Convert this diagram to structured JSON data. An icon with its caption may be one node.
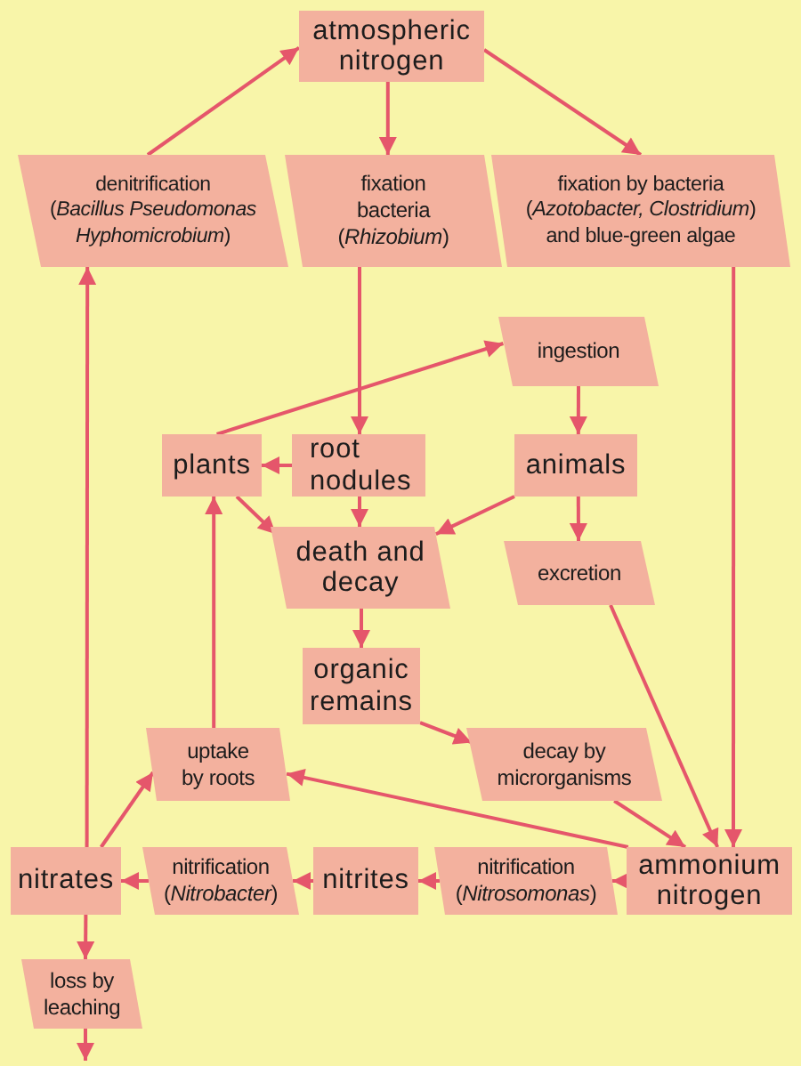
{
  "diagram": {
    "nodes": [
      {
        "text": [
          "atmospheric nitrogen"
        ]
      },
      {
        "text": [
          "denitrification",
          "(*Bacillus Pseudomonas Hyphomicrobium*)"
        ]
      },
      {
        "text": [
          "fixation bacteria",
          "(*Rhizobium*)"
        ]
      },
      {
        "text": [
          "fixation by bacteria (*Azotobacter, Clostridium*) and blue-green algae"
        ]
      },
      {
        "text": [
          "ingestion"
        ]
      },
      {
        "text": [
          "plants"
        ]
      },
      {
        "text": [
          "root nodules"
        ]
      },
      {
        "text": [
          "animals"
        ]
      },
      {
        "text": [
          "death and decay"
        ]
      },
      {
        "text": [
          "excretion"
        ]
      },
      {
        "text": [
          "organic remains"
        ]
      },
      {
        "text": [
          "uptake by roots"
        ]
      },
      {
        "text": [
          "decay by microrganisms"
        ]
      },
      {
        "text": [
          "nitrates"
        ]
      },
      {
        "text": [
          "nitrification",
          "(*Nitrobacter*)"
        ]
      },
      {
        "text": [
          "nitrites"
        ]
      },
      {
        "text": [
          "nitrification",
          "(*Nitrosomonas*)"
        ]
      },
      {
        "text": [
          "ammonium nitrogen"
        ]
      },
      {
        "text": [
          "loss by leaching"
        ]
      }
    ],
    "edges": [
      {
        "from": 1,
        "to": 0,
        "arrow": "to"
      },
      {
        "from": 0,
        "to": 2,
        "arrow": "to"
      },
      {
        "from": 0,
        "to": 3,
        "arrow": "to"
      },
      {
        "from": 2,
        "to": 6,
        "arrow": "to"
      },
      {
        "from": 5,
        "to": 4,
        "arrow": "to"
      },
      {
        "from": 4,
        "to": 7,
        "arrow": "to"
      },
      {
        "from": 6,
        "to": 5,
        "arrow": "to"
      },
      {
        "from": 5,
        "to": 8,
        "arrow": "to"
      },
      {
        "from": 6,
        "to": 8,
        "arrow": "to"
      },
      {
        "from": 7,
        "to": 8,
        "arrow": "to"
      },
      {
        "from": 7,
        "to": 9,
        "arrow": "to"
      },
      {
        "from": 8,
        "to": 10,
        "arrow": "to"
      },
      {
        "from": 10,
        "to": 12,
        "arrow": "to"
      },
      {
        "from": 9,
        "to": 17,
        "arrow": "to"
      },
      {
        "from": 12,
        "to": 17,
        "arrow": "to"
      },
      {
        "from": 3,
        "to": 17,
        "arrow": "to"
      },
      {
        "from": 17,
        "to": 11,
        "arrow": "to"
      },
      {
        "from": 11,
        "to": 5,
        "arrow": "to"
      },
      {
        "from": 13,
        "to": 11,
        "arrow": "to"
      },
      {
        "from": 13,
        "to": 1,
        "arrow": "to"
      },
      {
        "from": 17,
        "to": 16,
        "arrow": "to"
      },
      {
        "from": 16,
        "to": 15,
        "arrow": "to"
      },
      {
        "from": 15,
        "to": 14,
        "arrow": "to"
      },
      {
        "from": 14,
        "to": 13,
        "arrow": "to"
      },
      {
        "from": 13,
        "to": 18,
        "arrow": "to"
      },
      {
        "from": 18,
        "to": null,
        "arrow": "to"
      }
    ]
  }
}
